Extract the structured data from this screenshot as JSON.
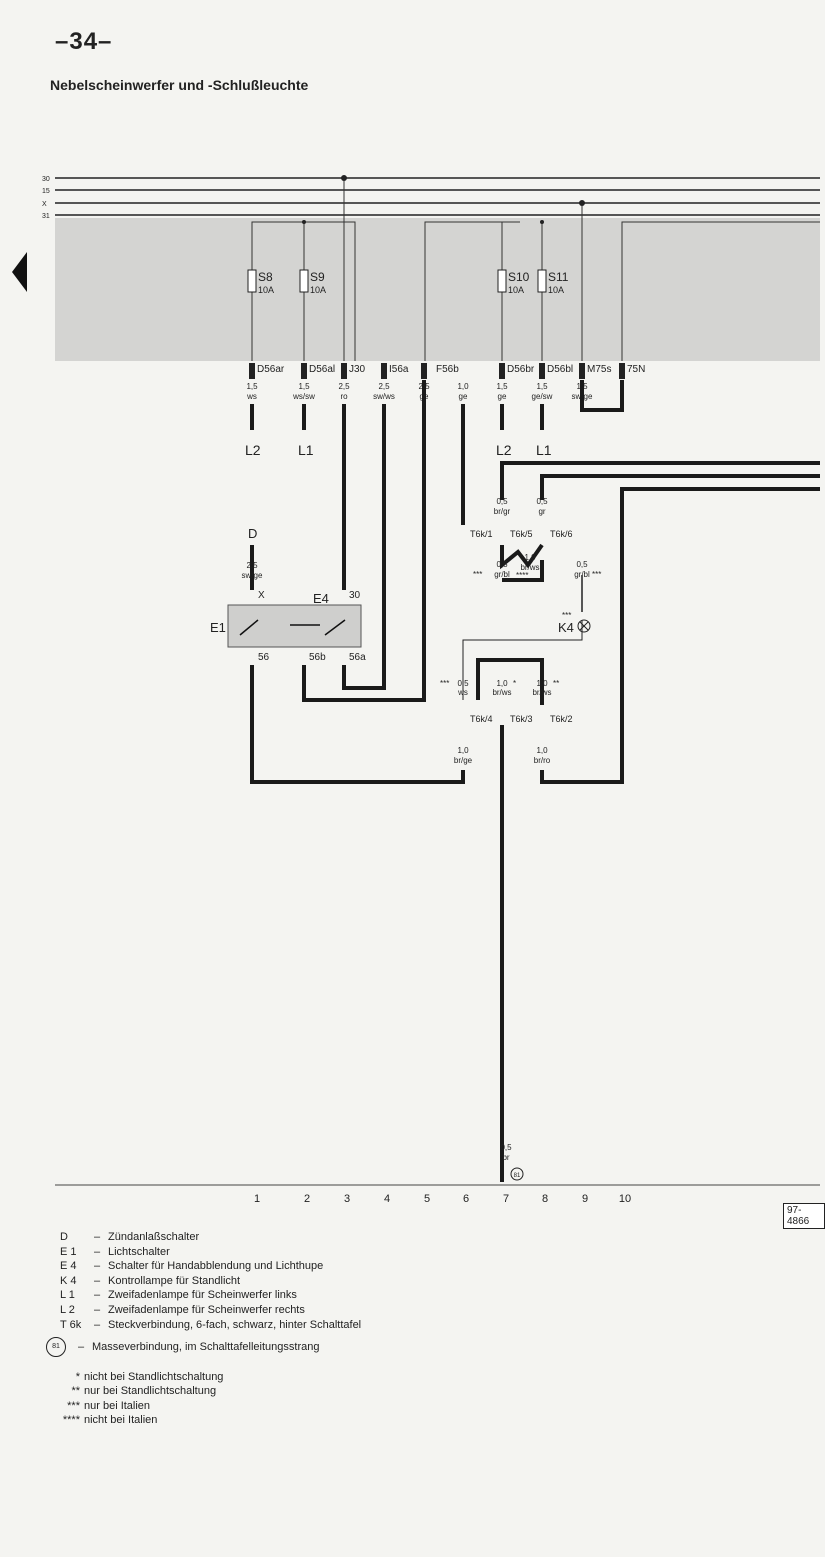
{
  "header": {
    "page_number": "–34–",
    "title": "Nebelscheinwerfer und -Schlußleuchte"
  },
  "bus_lines": [
    "30",
    "15",
    "X",
    "31"
  ],
  "fuses": [
    {
      "name": "S8",
      "rating": "10A"
    },
    {
      "name": "S9",
      "rating": "10A"
    },
    {
      "name": "S10",
      "rating": "10A"
    },
    {
      "name": "S11",
      "rating": "10A"
    }
  ],
  "terminals": [
    {
      "label": "D56ar",
      "wire": "1,5",
      "color": "ws",
      "dest": "L2"
    },
    {
      "label": "D56al",
      "wire": "1,5",
      "color": "ws/sw",
      "dest": "L1"
    },
    {
      "label": "J30",
      "wire": "2,5",
      "color": "ro",
      "dest": ""
    },
    {
      "label": "I56a",
      "wire": "2,5",
      "color": "sw/ws",
      "dest": ""
    },
    {
      "label": "F56b",
      "wire": "2,5",
      "color": "ge",
      "dest": ""
    },
    {
      "label": "",
      "wire": "1,0",
      "color": "ge",
      "dest": ""
    },
    {
      "label": "D56br",
      "wire": "1,5",
      "color": "ge",
      "dest": "L2"
    },
    {
      "label": "D56bl",
      "wire": "1,5",
      "color": "ge/sw",
      "dest": "L1"
    },
    {
      "label": "M75s",
      "wire": "1,5",
      "color": "sw/ge",
      "dest": ""
    },
    {
      "label": "75N",
      "wire": "",
      "color": "",
      "dest": ""
    }
  ],
  "switch_block": {
    "d_label": "D",
    "d_wire": "2,5",
    "d_color": "sw/ge",
    "e1": "E1",
    "e4": "E4",
    "pin_x": "X",
    "pin_30": "30",
    "pin_56": "56",
    "pin_56b": "56b",
    "pin_56a": "56a"
  },
  "connectors": {
    "t6k1": "T6k/1",
    "t6k5": "T6k/5",
    "t6k6": "T6k/6",
    "t6k4": "T6k/4",
    "t6k3": "T6k/3",
    "t6k2": "T6k/2"
  },
  "wires_mid": {
    "w_brgr": [
      "0,5",
      "br/gr"
    ],
    "w_gr": [
      "0,5",
      "gr"
    ],
    "w_brws": [
      "1,0",
      "br/ws"
    ],
    "w_grbl": [
      "0,5",
      "gr/bl"
    ],
    "w_grbl2": [
      "0,5",
      "gr/bl"
    ],
    "w_ws": [
      "0,5",
      "ws"
    ],
    "w_brws2": [
      "1,0",
      "br/ws"
    ],
    "w_brws3": [
      "1,0",
      "br/ws"
    ],
    "w_brge": [
      "1,0",
      "br/ge"
    ],
    "w_brro": [
      "1,0",
      "br/ro"
    ],
    "w_br": [
      "0,5",
      "br"
    ]
  },
  "marks": {
    "three": "***",
    "four": "****",
    "one": "*",
    "two": "**"
  },
  "lamp": {
    "label": "K4"
  },
  "ground_ref": "81",
  "grid_numbers": [
    "1",
    "2",
    "3",
    "4",
    "5",
    "6",
    "7",
    "8",
    "9",
    "10"
  ],
  "ref_code": "97-4866",
  "legend": [
    {
      "code": "D",
      "text": "Zündanlaßschalter"
    },
    {
      "code": "E 1",
      "text": "Lichtschalter"
    },
    {
      "code": "E 4",
      "text": "Schalter für Handabblendung und Lichthupe"
    },
    {
      "code": "K 4",
      "text": "Kontrollampe für Standlicht"
    },
    {
      "code": "L 1",
      "text": "Zweifadenlampe für Scheinwerfer links"
    },
    {
      "code": "L 2",
      "text": "Zweifadenlampe für Scheinwerfer rechts"
    },
    {
      "code": "T 6k",
      "text": "Steckverbindung, 6-fach, schwarz, hinter Schalttafel"
    }
  ],
  "ground_legend": {
    "symbol": "81",
    "text": "Masseverbindung, im Schalttafelleitungsstrang"
  },
  "footnotes": [
    {
      "mark": "*",
      "text": "nicht bei Standlichtschaltung"
    },
    {
      "mark": "**",
      "text": "nur bei Standlichtschaltung"
    },
    {
      "mark": "***",
      "text": "nur bei Italien"
    },
    {
      "mark": "****",
      "text": "nicht bei Italien"
    }
  ]
}
